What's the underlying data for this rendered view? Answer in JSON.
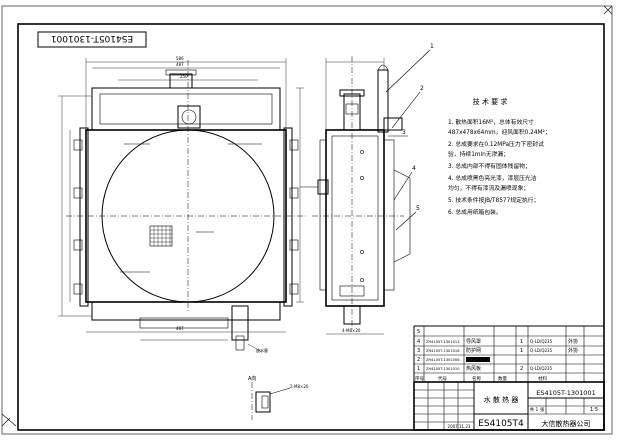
{
  "drawing": {
    "code_box": "ES4105T-1301001",
    "title_heading": "技 术 要 求",
    "requirements": [
      "1. 散热面积16M²，总体有效尺寸",
      "   487x478x64mm，迎风面积0.24M²；",
      "2. 总成要求在0.12MPa压力下密封试",
      "   验，持续1min无渗漏；",
      "3. 总成内部不得有固体残留物；",
      "4. 总成喷黑色亮光漆，漆层压光洁",
      "   均匀，不得有漆流及漏喷现象；",
      "5. 技术条件按JB/T8577规定执行；",
      "6. 总成用纸箱包装。"
    ],
    "callouts": [
      "1",
      "2",
      "3",
      "4",
      "5"
    ],
    "section_label": "A向",
    "bom_rows": [
      {
        "no": "5",
        "code": "",
        "name": "",
        "qty": "",
        "material": "",
        "note": ""
      },
      {
        "no": "4",
        "code": "ZH4105T-1301013",
        "name": "导风罩",
        "qty": "1",
        "material": "Q-LD/Q235",
        "note": "外协"
      },
      {
        "no": "3",
        "code": "ZH4105T-1301016",
        "name": "防护网",
        "qty": "1",
        "material": "Q-LD/Q235",
        "note": "外协"
      },
      {
        "no": "2",
        "code": "ZH4105T-1301006",
        "name": "",
        "qty": "",
        "material": "",
        "note": ""
      },
      {
        "no": "1",
        "code": "ZH4105T-1301010",
        "name": "热风板",
        "qty": "2",
        "material": "Q-LD/Q235",
        "note": ""
      }
    ],
    "bom_header": [
      "序号",
      "代号",
      "名称",
      "数量",
      "材料"
    ],
    "title_block": {
      "drawing_no": "ES4105T-1301001",
      "part_name": "水 散 热 器",
      "model": "ES4105T4",
      "company": "大信散热器公司",
      "scale": "1:5",
      "date": "2007.11.23",
      "sheet": "共 1 张"
    }
  }
}
